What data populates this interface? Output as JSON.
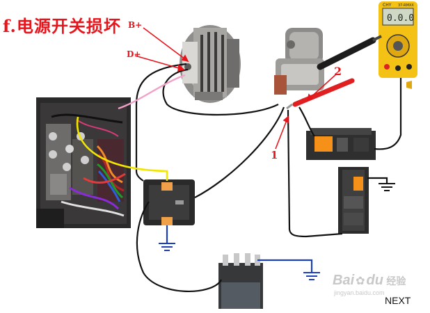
{
  "title": "f.电源开关损坏",
  "labels": {
    "b_plus": "B+",
    "d_plus": "D+",
    "one": "1",
    "two": "2"
  },
  "meter": {
    "brand": "CHY",
    "model": "37-RMXX",
    "reading": "0.0.0"
  },
  "watermark": {
    "brand": "Bai",
    "brand2": "du",
    "cn": "经验",
    "url": "jingyan.baidu.com"
  },
  "nav": {
    "next": "NEXT"
  },
  "colors": {
    "title_red": "#e8141b",
    "wire_black": "#111111",
    "wire_pink": "#f2a0c8",
    "wire_yellow": "#f2e600",
    "wire_blue": "#1a3fb8",
    "probe_red": "#e02020",
    "meter_yellow": "#f4c214"
  }
}
